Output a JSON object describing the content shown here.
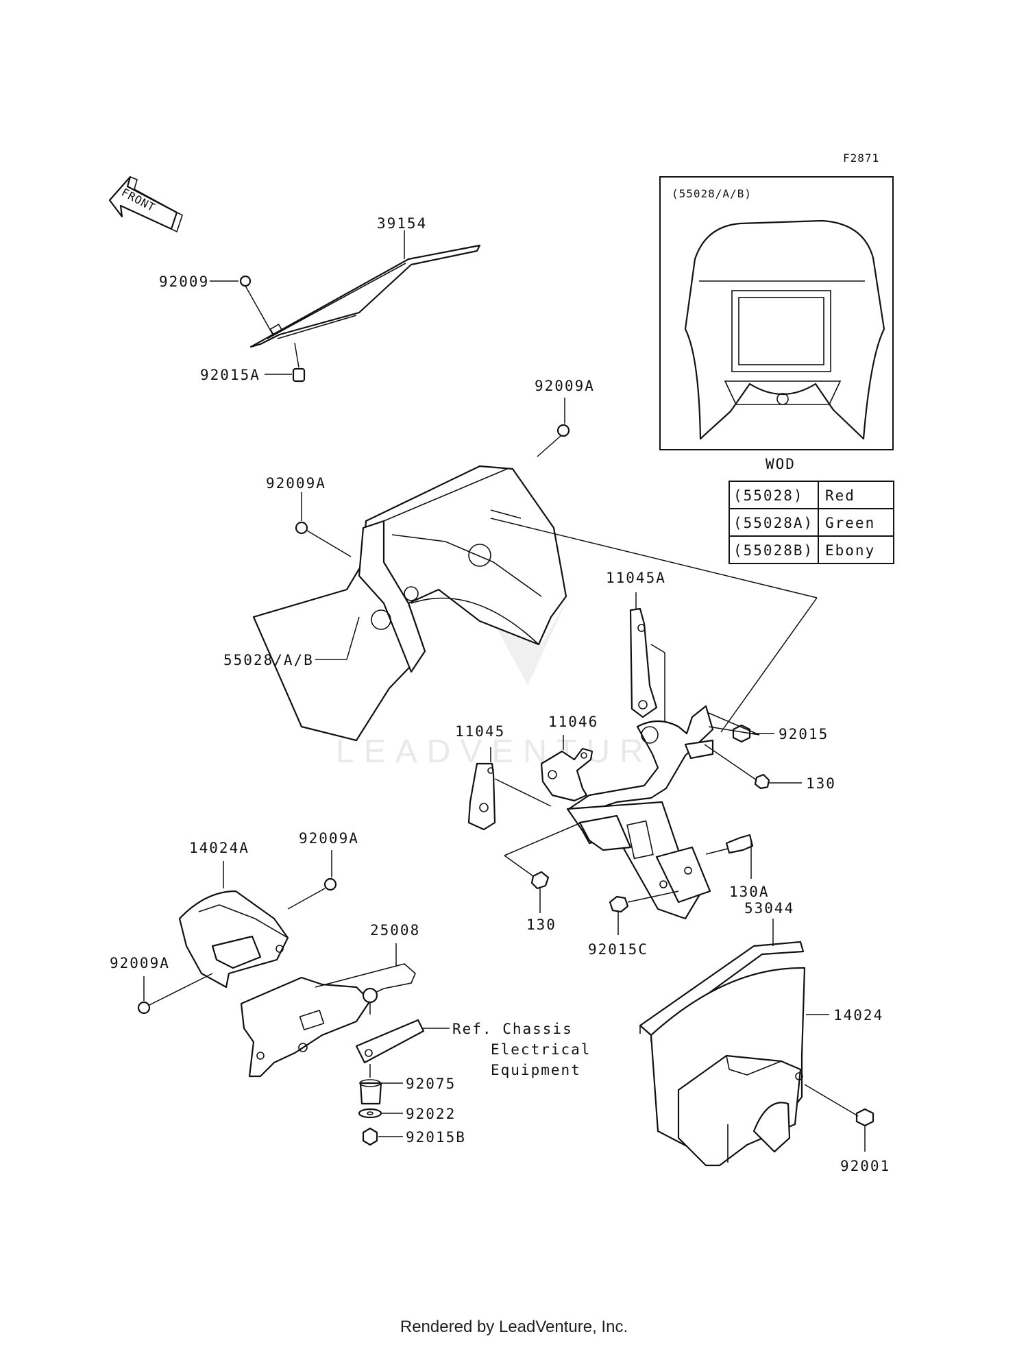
{
  "figure_code": "F2871",
  "front_badge": "FRONT",
  "watermark": "LEADVENTURE",
  "footer": "Rendered by LeadVenture, Inc.",
  "inset": {
    "title": "(55028/A/B)",
    "caption": "WOD"
  },
  "color_table": [
    {
      "part": "(55028)",
      "color": "Red"
    },
    {
      "part": "(55028A)",
      "color": "Green"
    },
    {
      "part": "(55028B)",
      "color": "Ebony"
    }
  ],
  "callouts": {
    "c39154": "39154",
    "c92009": "92009",
    "c92015A": "92015A",
    "c92009A_top": "92009A",
    "c92009A_left": "92009A",
    "c55028AB": "55028/A/B",
    "c11045A": "11045A",
    "c11046": "11046",
    "c11045": "11045",
    "c92015": "92015",
    "c130_right": "130",
    "c130A": "130A",
    "c130_bottom": "130",
    "c92015C": "92015C",
    "c14024A": "14024A",
    "c92009A_mid": "92009A",
    "c92009A_low": "92009A",
    "c25008": "25008",
    "c53044": "53044",
    "c14024": "14024",
    "c92075": "92075",
    "c92022": "92022",
    "c92015B": "92015B",
    "c92001": "92001"
  },
  "ref_note": [
    "Ref. Chassis",
    "Electrical",
    "Equipment"
  ]
}
